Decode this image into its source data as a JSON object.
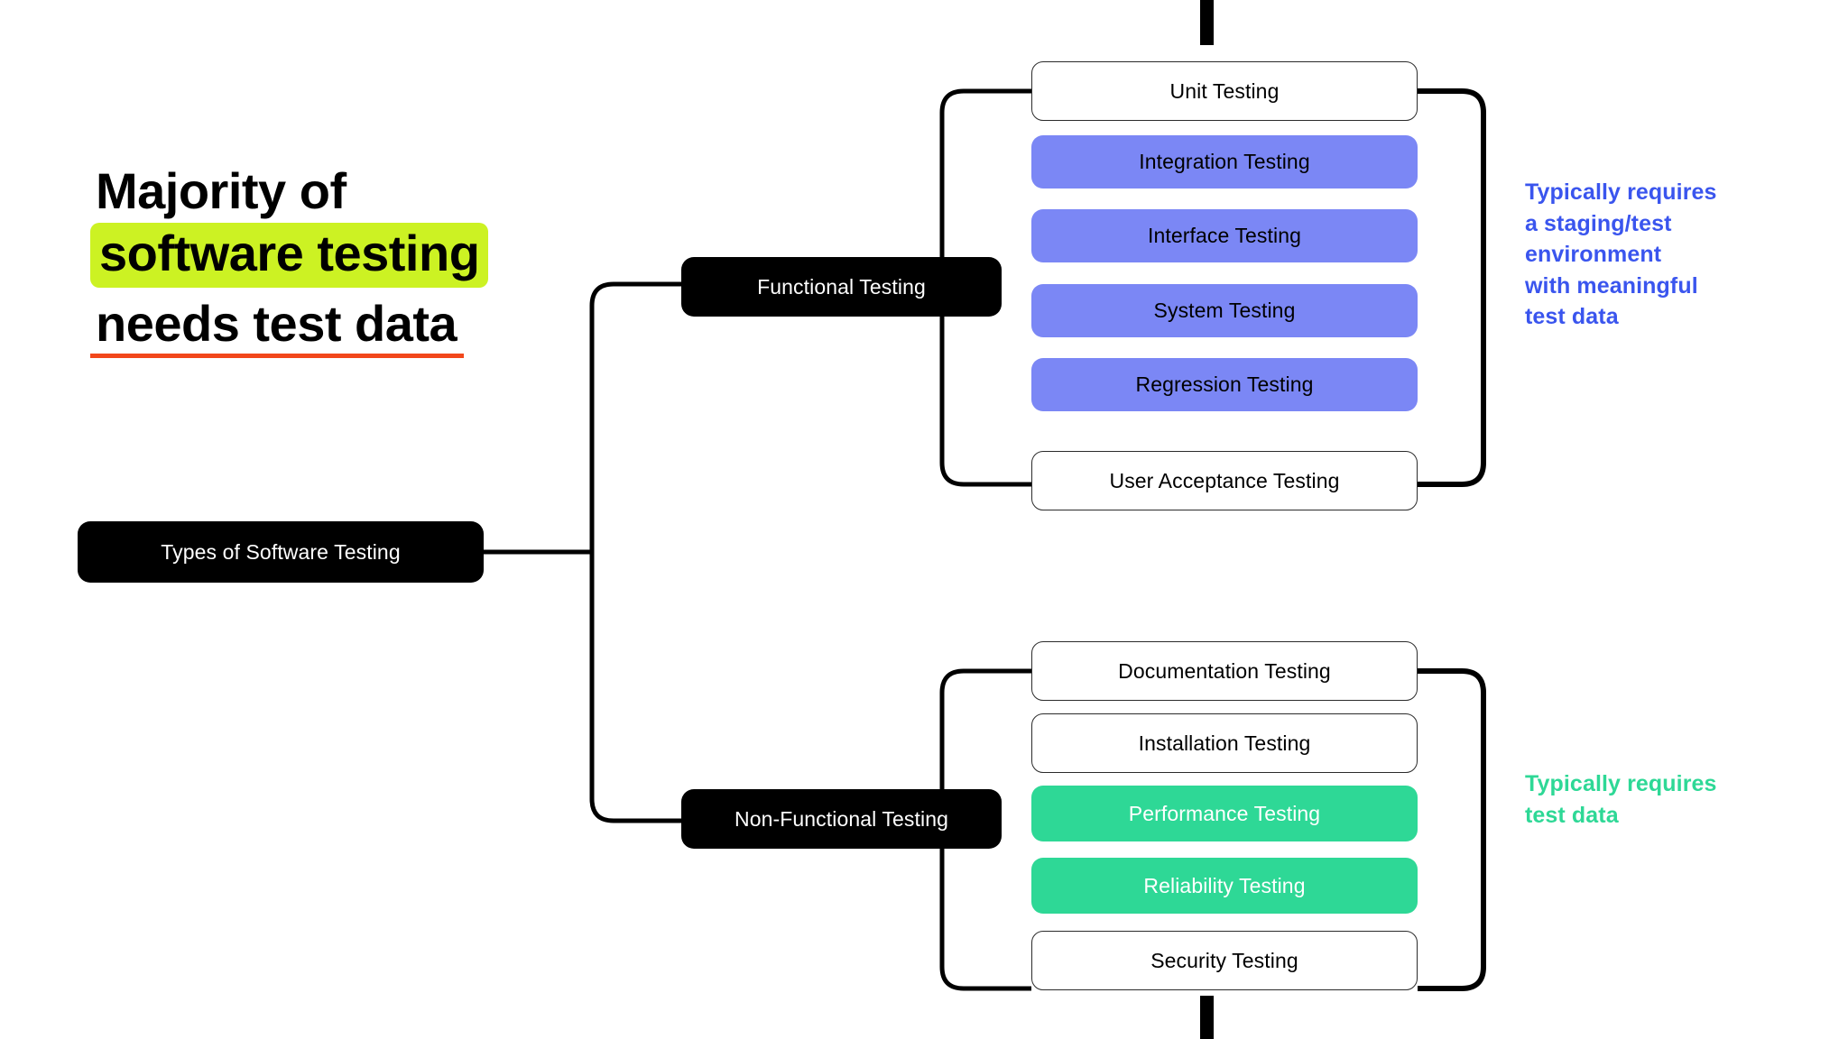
{
  "heading": {
    "line1": "Majority of",
    "line2": "software testing",
    "line3": "needs test data",
    "highlight_color": "#CCF223",
    "underline_color": "#F2471B"
  },
  "root": {
    "label": "Types of Software Testing"
  },
  "branches": [
    {
      "id": "functional",
      "label": "Functional Testing",
      "annotation": "Typically requires\na staging/test\nenvironment\nwith meaningful\ntest data",
      "annotation_color": "#3A55EE",
      "leaves": [
        {
          "label": "Unit Testing",
          "style": "white"
        },
        {
          "label": "Integration Testing",
          "style": "blue"
        },
        {
          "label": "Interface Testing",
          "style": "blue"
        },
        {
          "label": "System Testing",
          "style": "blue"
        },
        {
          "label": "Regression Testing",
          "style": "blue"
        },
        {
          "label": "User Acceptance Testing",
          "style": "white"
        }
      ]
    },
    {
      "id": "nonfunctional",
      "label": "Non-Functional Testing",
      "annotation": "Typically requires\ntest data",
      "annotation_color": "#2ED896",
      "leaves": [
        {
          "label": "Documentation Testing",
          "style": "white"
        },
        {
          "label": "Installation Testing",
          "style": "white"
        },
        {
          "label": "Performance Testing",
          "style": "green"
        },
        {
          "label": "Reliability Testing",
          "style": "green"
        },
        {
          "label": "Security Testing",
          "style": "white"
        }
      ]
    }
  ],
  "palette": {
    "blue_fill": "#7B87F5",
    "green_fill": "#2ED896",
    "black": "#000000",
    "white": "#FFFFFF"
  }
}
